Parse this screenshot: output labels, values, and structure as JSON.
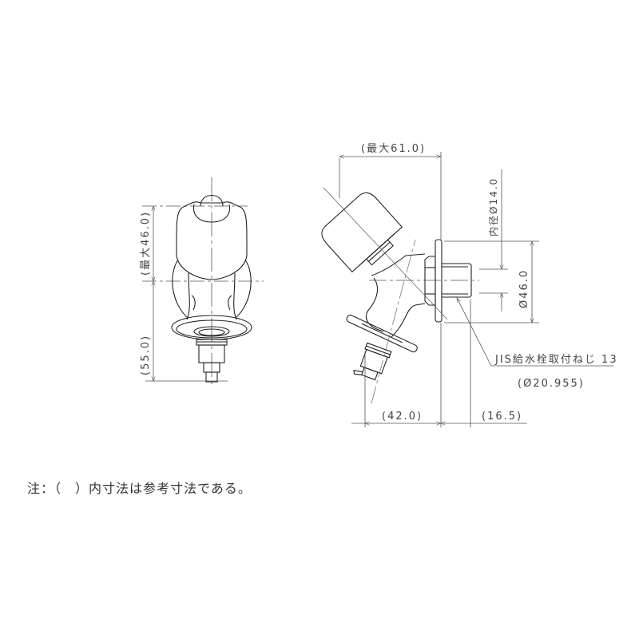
{
  "drawing": {
    "front_view": {
      "dim_upper": "(最大46.0)",
      "dim_lower": "(55.0)"
    },
    "side_view": {
      "dim_top": "(最大61.0)",
      "dim_inner_diameter": "内径Ø14.0",
      "dim_flange_diameter": "Ø46.0",
      "thread_label": "JIS給水栓取付ねじ 13",
      "thread_size": "(Ø20.955)",
      "dim_bottom_left": "(42.0)",
      "dim_bottom_right": "(16.5)"
    },
    "note": "注：（　）内寸法は参考寸法である。",
    "colors": {
      "line": "#222222",
      "dimension": "#555555",
      "background": "#ffffff"
    }
  }
}
